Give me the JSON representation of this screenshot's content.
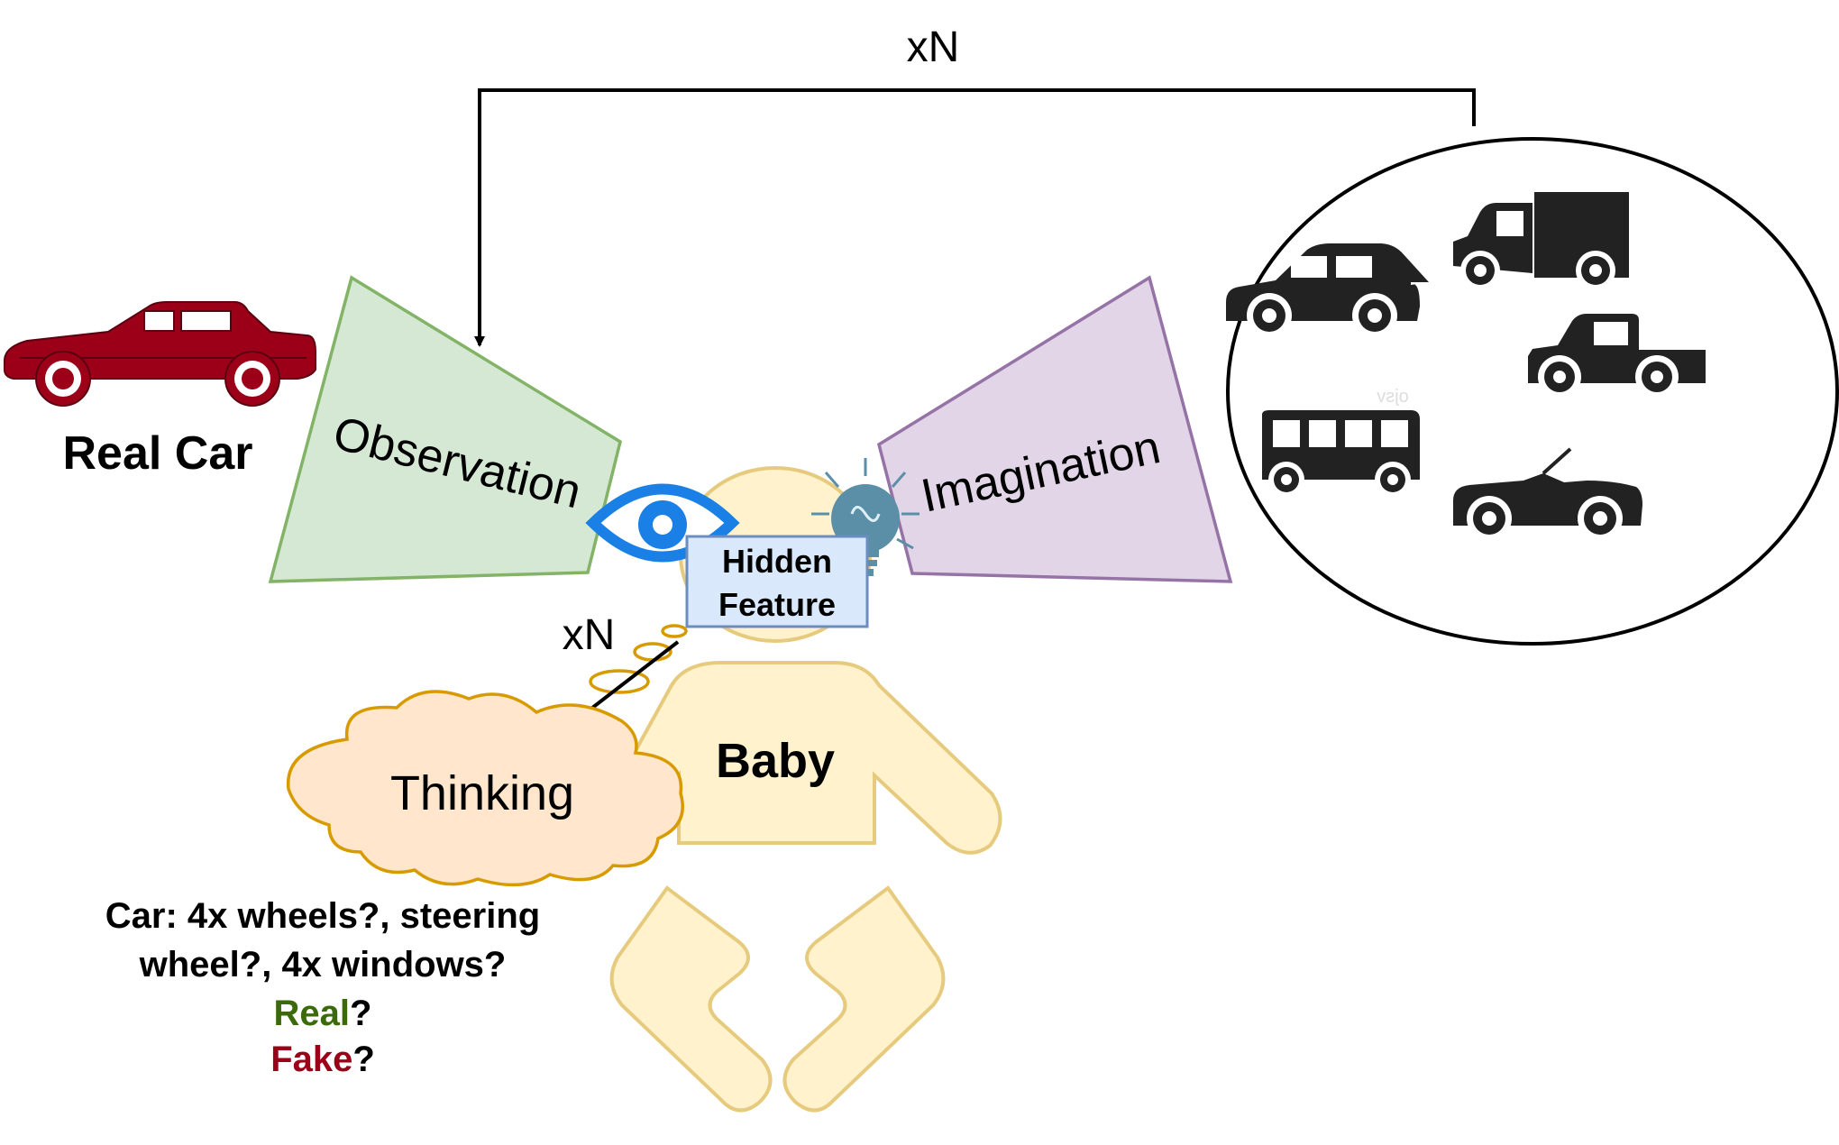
{
  "labels": {
    "loop_top": "xN",
    "loop_think": "xN",
    "real_car": "Real Car",
    "observation": "Observation",
    "imagination": "Imagination",
    "hidden_feature_line1": "Hidden",
    "hidden_feature_line2": "Feature",
    "baby": "Baby",
    "thinking": "Thinking",
    "watermark": "ojsv"
  },
  "questions": {
    "line1": "Car: 4x wheels?, steering",
    "line2": "wheel?, 4x windows?",
    "real_word": "Real",
    "fake_word": "Fake",
    "qmark": "?"
  },
  "colors": {
    "real_car": "#9b0018",
    "observation_fill": "#d5e8d4",
    "observation_stroke": "#82b366",
    "imagination_fill": "#e1d5e7",
    "imagination_stroke": "#9673a6",
    "baby_fill": "#fff2cc",
    "baby_stroke": "#e6ca7d",
    "hidden_fill": "#dae8fc",
    "hidden_stroke": "#6c8ebf",
    "thinking_fill": "#ffe6cc",
    "thinking_stroke": "#d79b00",
    "eye": "#1a80e6",
    "bulb": "#5b8fa8",
    "real_text": "#3a6a0a",
    "fake_text": "#9b0018",
    "vehicle": "#222222"
  },
  "icons": {
    "eye": "eye-icon",
    "bulb": "lightbulb-icon",
    "vehicles": [
      "sedan-icon",
      "box-truck-icon",
      "pickup-truck-icon",
      "van-icon",
      "convertible-icon"
    ]
  }
}
